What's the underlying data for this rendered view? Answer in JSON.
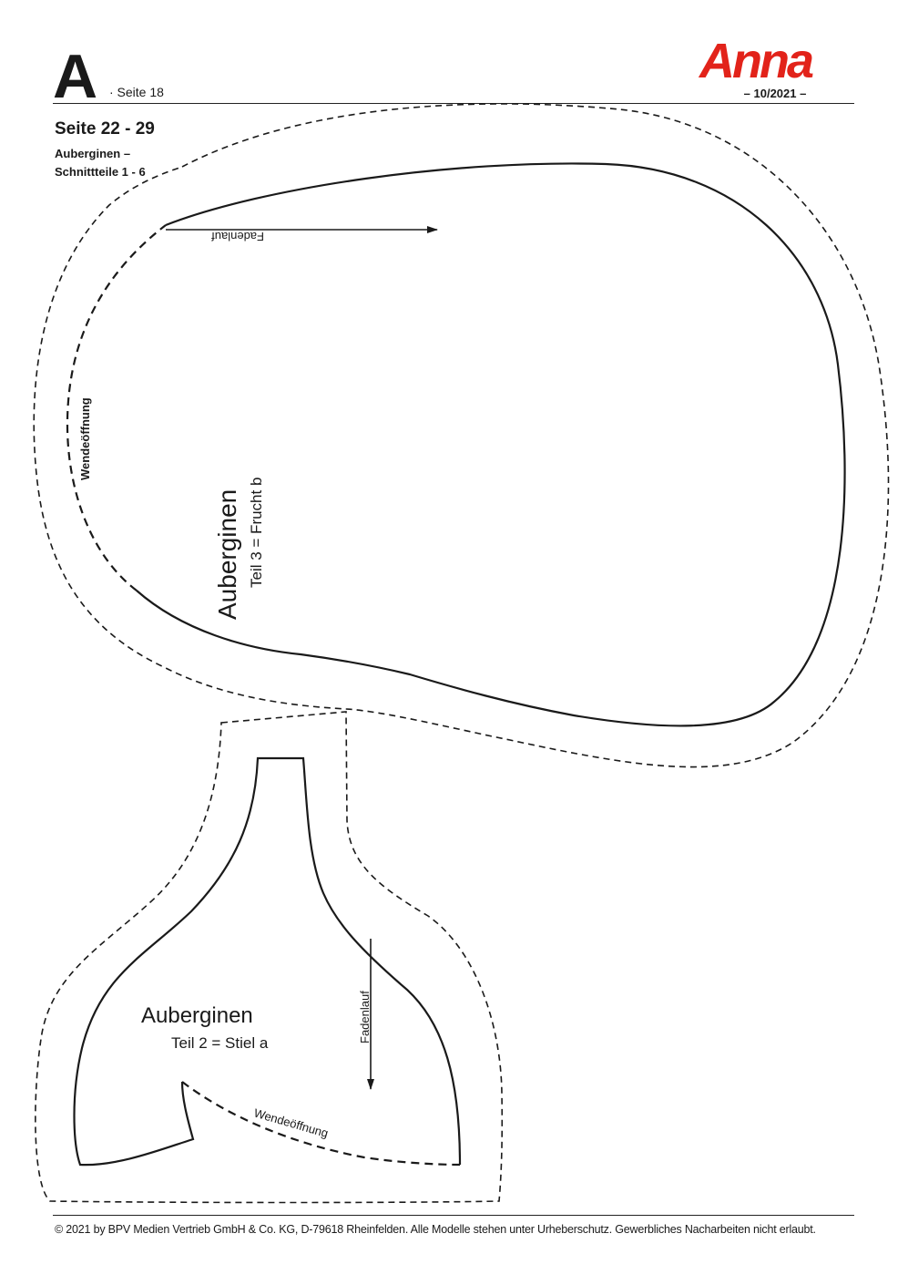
{
  "header": {
    "sheet_letter": "A",
    "sheet_page": "· Seite 18",
    "brand": "Anna",
    "issue": "– 10/2021 –",
    "brand_color": "#e2231a"
  },
  "intro": {
    "title": "Seite 22 - 29",
    "subtitle_line1": "Auberginen –",
    "subtitle_line2": "Schnittteile 1 - 6"
  },
  "piece_fruit": {
    "name": "Auberginen",
    "part": "Teil 3 = Frucht b",
    "grain_label": "Fadenlauf",
    "opening_label": "Wendeöffnung"
  },
  "piece_stem": {
    "name": "Auberginen",
    "part": "Teil 2 = Stiel a",
    "grain_label": "Fadenlauf",
    "opening_label": "Wendeöffnung"
  },
  "footer": {
    "copyright": "© 2021 by BPV Medien Vertrieb GmbH & Co. KG, D-79618 Rheinfelden. Alle Modelle stehen unter Urheberschutz. Gewerbliches Nacharbeiten nicht erlaubt."
  }
}
